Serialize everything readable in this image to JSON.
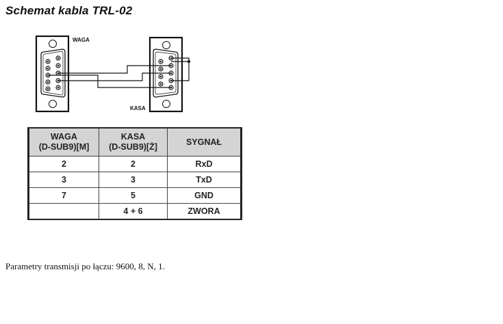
{
  "title": "Schemat kabla TRL-02",
  "diagram": {
    "left_connector_label": "WAGA",
    "right_connector_label": "KASA"
  },
  "table": {
    "headers": [
      {
        "line1": "WAGA",
        "line2": "(D-SUB9)[M]"
      },
      {
        "line1": "KASA",
        "line2": "(D-SUB9)[Ż]"
      },
      {
        "line1": "SYGNAŁ",
        "line2": ""
      }
    ],
    "rows": [
      {
        "waga": "2",
        "kasa": "2",
        "signal": "RxD"
      },
      {
        "waga": "3",
        "kasa": "3",
        "signal": "TxD"
      },
      {
        "waga": "7",
        "kasa": "5",
        "signal": "GND"
      },
      {
        "waga": "",
        "kasa": "4 + 6",
        "signal": "ZWORA"
      }
    ]
  },
  "note": "Parametry transmisji po łączu: 9600, 8, N, 1."
}
